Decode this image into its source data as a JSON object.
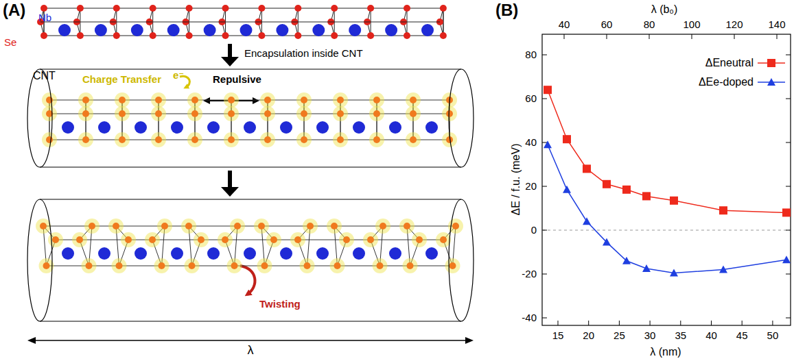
{
  "diagram": {
    "nodes": [
      {
        "text": [
          "CNT",
          "Charge Transfer",
          "e⁻",
          "Repulsive"
        ]
      },
      {
        "text": [
          "Twisting"
        ]
      }
    ],
    "edges": [
      {
        "from": 0,
        "to": 1,
        "arrow": "to"
      }
    ],
    "labels": [
      "(A)",
      "Nb",
      "Se",
      "Encapsulation inside CNT",
      "λ",
      "(B)",
      "λ (b₀)",
      "40",
      "60",
      "80",
      "100",
      "120",
      "140",
      "80",
      "60",
      "40",
      "20",
      "0",
      "-20",
      "-40",
      "15",
      "20",
      "25",
      "30",
      "35",
      "40",
      "45",
      "50",
      "ΔE / f.u. (meV)",
      "λ (nm)"
    ],
    "legend": [
      {
        "text": "ΔEneutral"
      },
      {
        "text": "ΔEe-doped"
      }
    ]
  }
}
